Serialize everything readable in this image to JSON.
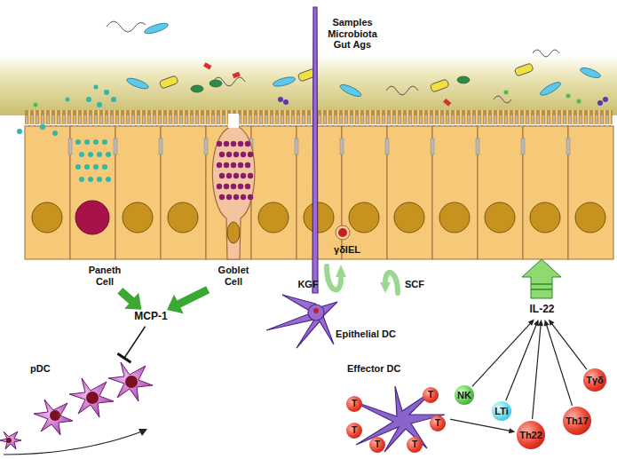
{
  "diagram": {
    "nodes": [
      {
        "text": [
          "Paneth Cell"
        ]
      },
      {
        "text": [
          "Goblet Cell"
        ]
      },
      {
        "text": [
          "MCP-1"
        ]
      },
      {
        "text": [
          "pDC"
        ]
      },
      {
        "text": [
          "Effector DC"
        ]
      },
      {
        "text": [
          "T"
        ],
        "in": 4
      },
      {
        "text": [
          "T"
        ],
        "in": 4
      },
      {
        "text": [
          "T"
        ],
        "in": 4
      },
      {
        "text": [
          "T"
        ],
        "in": 4
      },
      {
        "text": [
          "T"
        ],
        "in": 4
      },
      {
        "text": [
          "T"
        ],
        "in": 4
      },
      {
        "text": [
          "NK"
        ]
      },
      {
        "text": [
          "LTi"
        ]
      },
      {
        "text": [
          "Th22"
        ]
      },
      {
        "text": [
          "Th17"
        ]
      },
      {
        "text": [
          "Tγδ"
        ]
      },
      {
        "text": [
          "IL-22"
        ]
      },
      {
        "text": [
          "Epithelial DC"
        ]
      }
    ],
    "edges": [
      {
        "from": 0,
        "to": 2,
        "arrow": "to"
      },
      {
        "from": 1,
        "to": 2,
        "arrow": "to"
      },
      {
        "from": 2,
        "to": 3,
        "arrow": "to"
      },
      {
        "from": 4,
        "to": 13,
        "arrow": "to"
      },
      {
        "from": 11,
        "to": 16,
        "arrow": "to"
      },
      {
        "from": 12,
        "to": 16,
        "arrow": "to"
      },
      {
        "from": 13,
        "to": 16,
        "arrow": "to"
      },
      {
        "from": 14,
        "to": 16,
        "arrow": "to"
      },
      {
        "from": 15,
        "to": 16,
        "arrow": "to"
      }
    ],
    "labels": [
      "Samples Microbiota Gut Ags",
      "γδIEL",
      "KGF",
      "SCF"
    ]
  }
}
